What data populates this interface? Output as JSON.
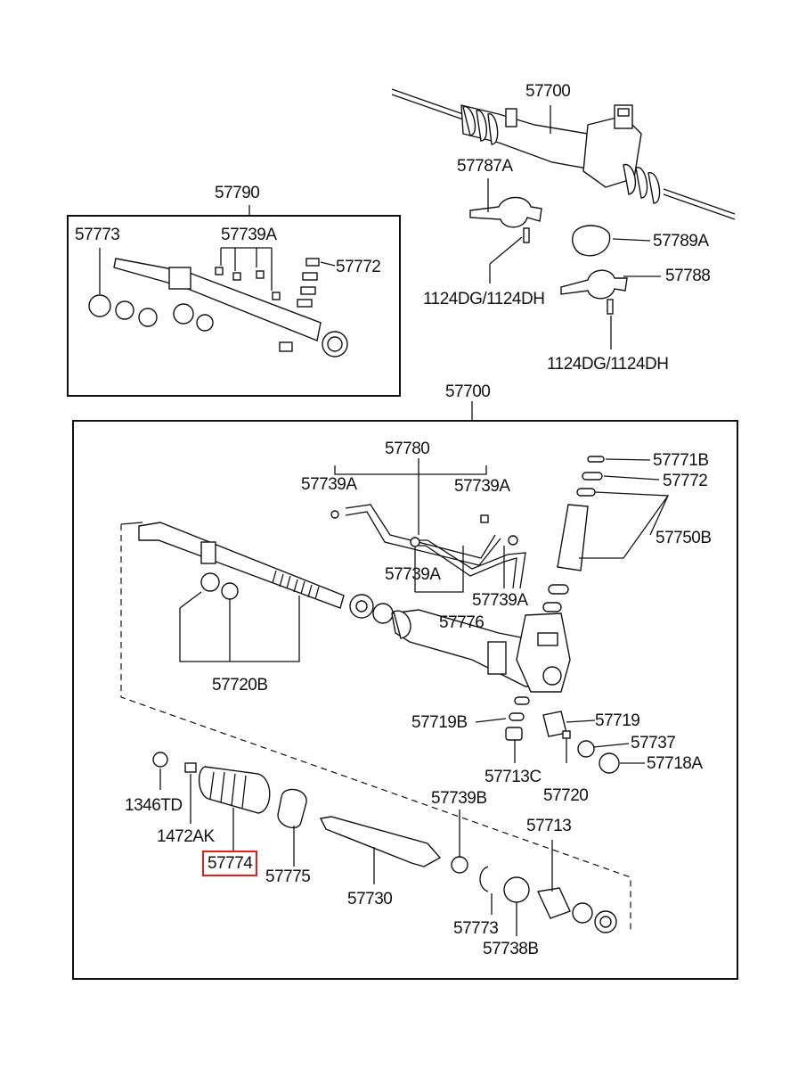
{
  "callouts": {
    "top_assembly": "57700",
    "mount_bracket_a": "57787A",
    "bushing_a": "57789A",
    "mount_bracket": "57788",
    "bolt_1": "1124DG/1124DH",
    "bolt_2": "1124DG/1124DH",
    "kit_box": "57790",
    "kit_snap_ring": "57773",
    "kit_oring": "57739A",
    "kit_seal": "57772",
    "main_assembly": "57700",
    "tube_set": "57780",
    "oring_left": "57739A",
    "oring_right": "57739A",
    "oring_mid": "57739A",
    "oring_mid2": "57739A",
    "seal_top": "57771B",
    "seal_top2": "57772",
    "valve": "57750B",
    "housing": "57776",
    "rack_seals": "57720B",
    "seal_57719b": "57719B",
    "yoke": "57719",
    "spring": "57737",
    "plug": "57718A",
    "plug_c": "57713C",
    "cushion": "57720",
    "clamp_1346": "1346TD",
    "clip_1472": "1472AK",
    "boot": "57774",
    "band": "57775",
    "tie_rod": "57730",
    "washer_b": "57739B",
    "ring_57713": "57713",
    "snap_57773": "57773",
    "bush_57738b": "57738B"
  },
  "highlight": {
    "part": "57774",
    "color": "#e02020"
  }
}
